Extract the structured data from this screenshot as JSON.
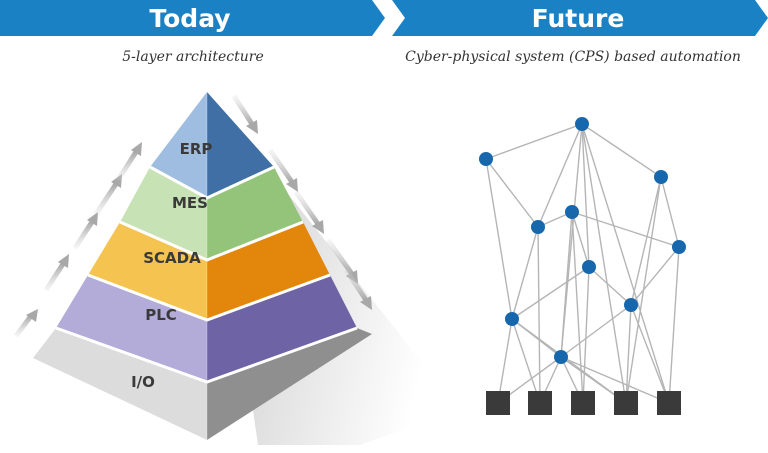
{
  "header": {
    "today_label": "Today",
    "future_label": "Future",
    "banner_color": "#1a82c4"
  },
  "left": {
    "subtitle": "5-layer architecture",
    "layers": [
      {
        "label": "ERP",
        "color": "#8fb0d4"
      },
      {
        "label": "MES",
        "color": "#b9d9a6"
      },
      {
        "label": "SCADA",
        "color": "#efb43e"
      },
      {
        "label": "PLC",
        "color": "#a79ccd"
      },
      {
        "label": "I/O",
        "color": "#c8c8c8"
      }
    ]
  },
  "right": {
    "subtitle": "Cyber-physical system (CPS) based automation",
    "node_color": "#1767ad",
    "device_color": "#3a3a3a",
    "link_color": "#b5b5b5"
  }
}
